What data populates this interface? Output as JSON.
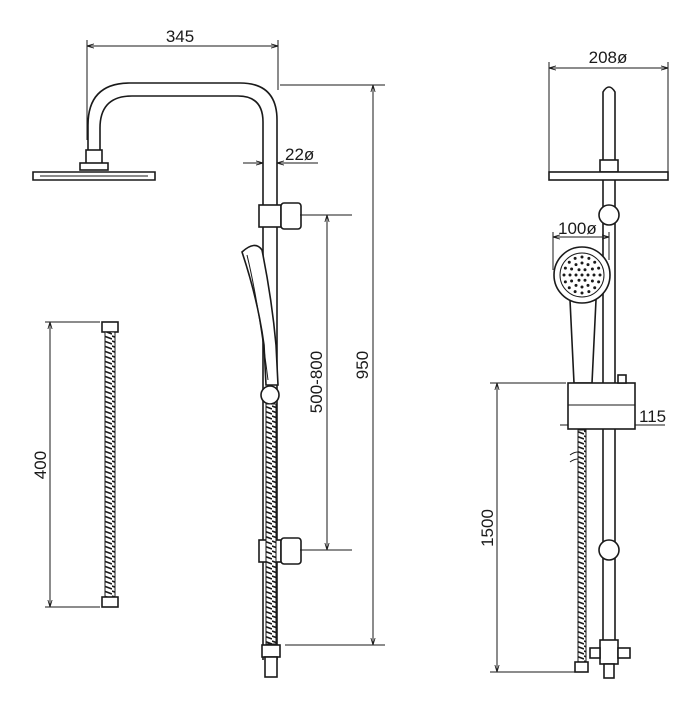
{
  "dimensions": {
    "arm_reach": "345",
    "riser_diameter": "22ø",
    "total_height": "950",
    "bracket_spacing": "500-800",
    "hose_length": "400",
    "head_diameter": "208ø",
    "hand_shower_diameter": "100ø",
    "slider_depth": "115",
    "install_height": "1500"
  }
}
